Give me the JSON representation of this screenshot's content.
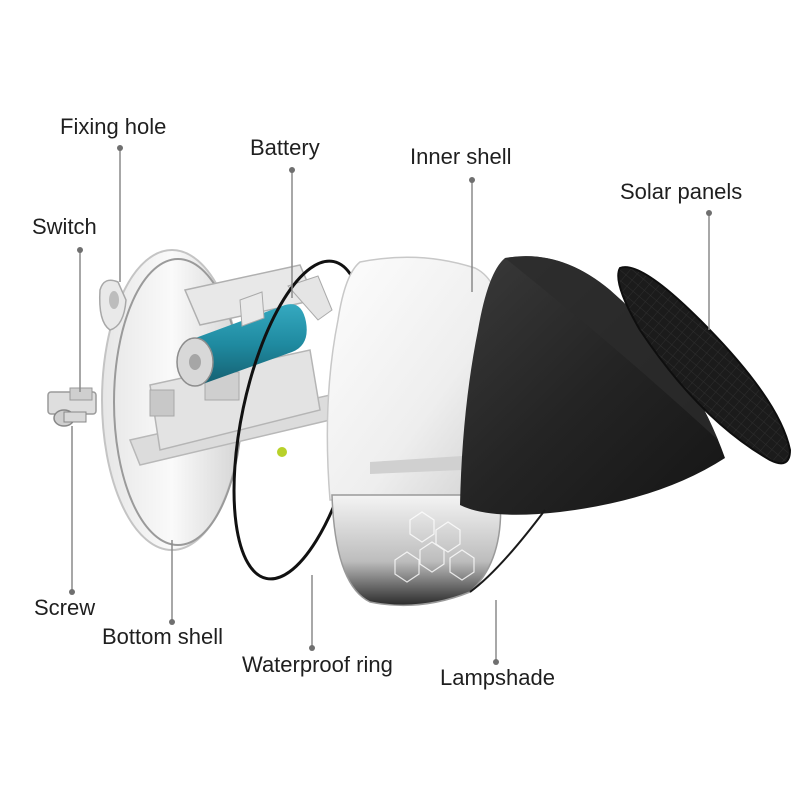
{
  "labels": {
    "fixing_hole": "Fixing hole",
    "battery": "Battery",
    "inner_shell": "Inner shell",
    "solar_panels": "Solar panels",
    "switch": "Switch",
    "screw": "Screw",
    "bottom_shell": "Bottom shell",
    "waterproof_ring": "Waterproof ring",
    "lampshade": "Lampshade"
  },
  "colors": {
    "shell_white": "#f2f2f2",
    "shell_shadow": "#c9c9c9",
    "dark_shade": "#262626",
    "solar_panel": "#1b1b1b",
    "battery_teal": "#1f8aa0",
    "ring_black": "#111111",
    "leader_line": "#8a8a8a"
  }
}
